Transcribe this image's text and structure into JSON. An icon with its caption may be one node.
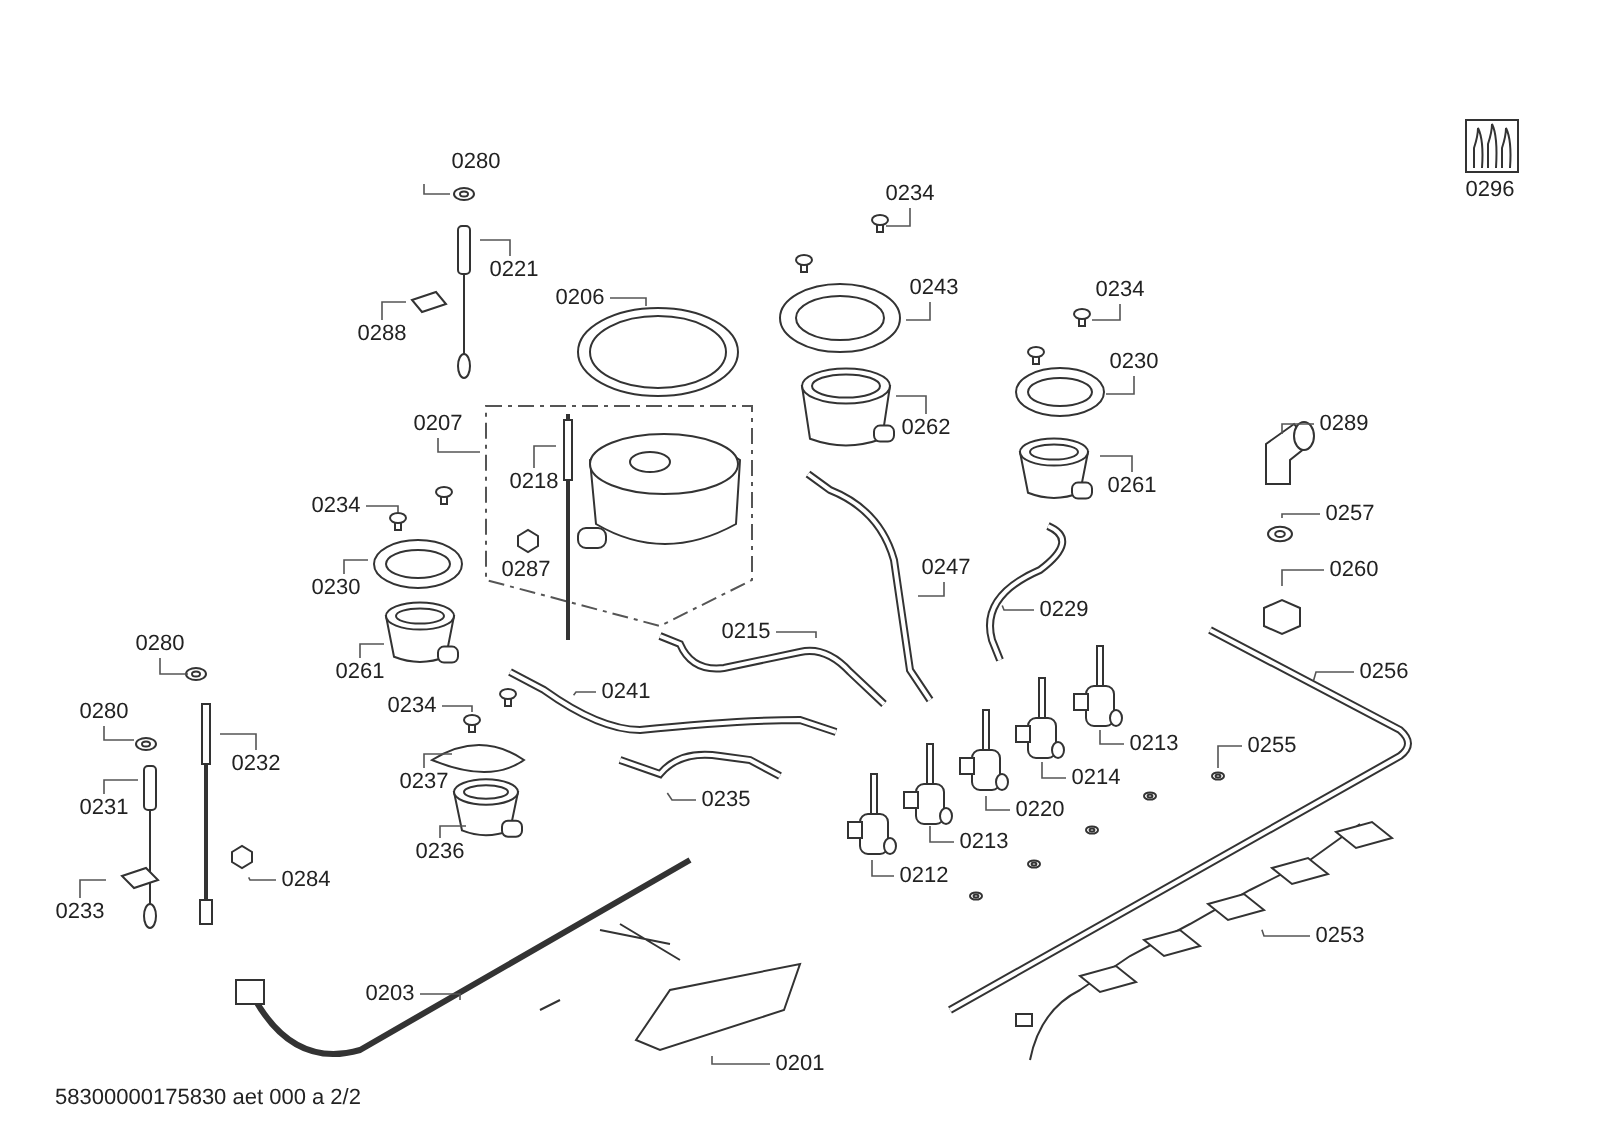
{
  "diagram": {
    "nodes": [
      {
        "text": [
          "0280"
        ]
      },
      {
        "text": [
          "0221"
        ]
      },
      {
        "text": [
          "0288"
        ]
      },
      {
        "text": [
          "0206"
        ]
      },
      {
        "text": [
          "0207"
        ]
      },
      {
        "text": [
          "0218"
        ]
      },
      {
        "text": [
          "0234"
        ]
      },
      {
        "text": [
          "0230"
        ]
      },
      {
        "text": [
          "0280"
        ]
      },
      {
        "text": [
          "0261"
        ]
      },
      {
        "text": [
          "0241"
        ]
      },
      {
        "text": [
          "0280"
        ]
      },
      {
        "text": [
          "0232"
        ]
      },
      {
        "text": [
          "0234"
        ]
      },
      {
        "text": [
          "0237"
        ]
      },
      {
        "text": [
          "0231"
        ]
      },
      {
        "text": [
          "0235"
        ]
      },
      {
        "text": [
          "0236"
        ]
      },
      {
        "text": [
          "0284"
        ]
      },
      {
        "text": [
          "0233"
        ]
      },
      {
        "text": [
          "0203"
        ]
      },
      {
        "text": [
          "0201"
        ]
      },
      {
        "text": [
          "0234"
        ]
      },
      {
        "text": [
          "0243"
        ]
      },
      {
        "text": [
          "0262"
        ]
      },
      {
        "text": [
          "0234"
        ]
      },
      {
        "text": [
          "0230"
        ]
      },
      {
        "text": [
          "0261"
        ]
      },
      {
        "text": [
          "0289"
        ]
      },
      {
        "text": [
          "0257"
        ]
      },
      {
        "text": [
          "0260"
        ]
      },
      {
        "text": [
          "0247"
        ]
      },
      {
        "text": [
          "0229"
        ]
      },
      {
        "text": [
          "0215"
        ]
      },
      {
        "text": [
          "0256"
        ]
      },
      {
        "text": [
          "0213"
        ]
      },
      {
        "text": [
          "0255"
        ]
      },
      {
        "text": [
          "0214"
        ]
      },
      {
        "text": [
          "0220"
        ]
      },
      {
        "text": [
          "0213"
        ]
      },
      {
        "text": [
          "0212"
        ]
      },
      {
        "text": [
          "0253"
        ]
      }
    ],
    "edges": [
      {
        "from": 0,
        "to": null,
        "arrow": "none"
      },
      {
        "from": 1,
        "to": null,
        "arrow": "none"
      },
      {
        "from": 2,
        "to": null,
        "arrow": "none"
      },
      {
        "from": 3,
        "to": null,
        "arrow": "none"
      },
      {
        "from": 4,
        "to": null,
        "arrow": "none"
      },
      {
        "from": 5,
        "to": null,
        "arrow": "none"
      },
      {
        "from": 6,
        "to": null,
        "arrow": "none"
      },
      {
        "from": 7,
        "to": null,
        "arrow": "none"
      },
      {
        "from": 8,
        "to": null,
        "arrow": "none"
      },
      {
        "from": 9,
        "to": null,
        "arrow": "none"
      },
      {
        "from": 10,
        "to": null,
        "arrow": "none"
      },
      {
        "from": 11,
        "to": null,
        "arrow": "none"
      },
      {
        "from": 12,
        "to": null,
        "arrow": "none"
      },
      {
        "from": 13,
        "to": null,
        "arrow": "none"
      },
      {
        "from": 14,
        "to": null,
        "arrow": "none"
      },
      {
        "from": 15,
        "to": null,
        "arrow": "none"
      },
      {
        "from": 16,
        "to": null,
        "arrow": "none"
      },
      {
        "from": 17,
        "to": null,
        "arrow": "none"
      },
      {
        "from": 18,
        "to": null,
        "arrow": "none"
      },
      {
        "from": 19,
        "to": null,
        "arrow": "none"
      },
      {
        "from": 20,
        "to": null,
        "arrow": "none"
      },
      {
        "from": 21,
        "to": null,
        "arrow": "none"
      },
      {
        "from": 22,
        "to": null,
        "arrow": "none"
      },
      {
        "from": 23,
        "to": null,
        "arrow": "none"
      },
      {
        "from": 24,
        "to": null,
        "arrow": "none"
      },
      {
        "from": 25,
        "to": null,
        "arrow": "none"
      },
      {
        "from": 26,
        "to": null,
        "arrow": "none"
      },
      {
        "from": 27,
        "to": null,
        "arrow": "none"
      },
      {
        "from": 28,
        "to": null,
        "arrow": "none"
      },
      {
        "from": 29,
        "to": null,
        "arrow": "none"
      },
      {
        "from": 30,
        "to": null,
        "arrow": "none"
      },
      {
        "from": 31,
        "to": null,
        "arrow": "none"
      },
      {
        "from": 32,
        "to": null,
        "arrow": "none"
      },
      {
        "from": 33,
        "to": null,
        "arrow": "none"
      },
      {
        "from": 34,
        "to": null,
        "arrow": "none"
      },
      {
        "from": 35,
        "to": null,
        "arrow": "none"
      },
      {
        "from": 36,
        "to": null,
        "arrow": "none"
      },
      {
        "from": 37,
        "to": null,
        "arrow": "none"
      },
      {
        "from": 38,
        "to": null,
        "arrow": "none"
      },
      {
        "from": 39,
        "to": null,
        "arrow": "none"
      },
      {
        "from": 40,
        "to": null,
        "arrow": "none"
      },
      {
        "from": 41,
        "to": null,
        "arrow": "none"
      }
    ],
    "labels": [
      "0296",
      "0287",
      "58300000175830 aet 000 a 2/2"
    ]
  }
}
